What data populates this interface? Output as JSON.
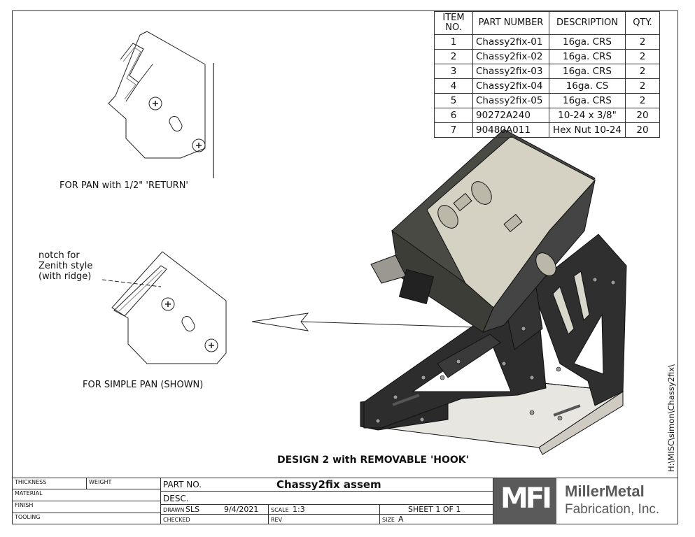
{
  "bom": {
    "headers": {
      "item": "ITEM NO.",
      "part_number": "PART NUMBER",
      "description": "DESCRIPTION",
      "qty": "QTY."
    },
    "rows": [
      {
        "item": "1",
        "part_number": "Chassy2fix-01",
        "description": "16ga. CRS",
        "qty": "2"
      },
      {
        "item": "2",
        "part_number": "Chassy2fix-02",
        "description": "16ga. CRS",
        "qty": "2"
      },
      {
        "item": "3",
        "part_number": "Chassy2fix-03",
        "description": "16ga. CRS",
        "qty": "2"
      },
      {
        "item": "4",
        "part_number": "Chassy2fix-04",
        "description": "16ga. CS",
        "qty": "2"
      },
      {
        "item": "5",
        "part_number": "Chassy2fix-05",
        "description": "16ga. CRS",
        "qty": "2"
      },
      {
        "item": "6",
        "part_number": "90272A240",
        "description": "10-24 x 3/8\"",
        "qty": "20"
      },
      {
        "item": "7",
        "part_number": "90480A011",
        "description": "Hex Nut 10-24",
        "qty": "20"
      }
    ]
  },
  "views": {
    "top_caption": "FOR PAN with 1/2\" 'RETURN'",
    "notch_line1": "notch for",
    "notch_line2": "Zenith style",
    "notch_line3": "(with ridge)",
    "bottom_caption": "FOR SIMPLE PAN (SHOWN)"
  },
  "design_title": "DESIGN 2 with REMOVABLE 'HOOK'",
  "file_path": "H:\\MISC\\simon\\Chassy2fix\\",
  "title_block": {
    "thickness": "THICKNESS",
    "weight": "WEIGHT",
    "material": "MATERIAL",
    "finish": "FINISH",
    "tooling": "TOOLING",
    "part_no_label": "PART NO.",
    "part_name": "Chassy2fix assem",
    "desc_label": "DESC.",
    "drawn_label": "DRAWN",
    "drawn_by": "SLS",
    "drawn_date": "9/4/2021",
    "scale_label": "SCALE",
    "scale_value": "1:3",
    "sheet": "SHEET 1 OF 1",
    "checked_label": "CHECKED",
    "rev_label": "REV",
    "size_label": "SIZE",
    "size_value": "A",
    "logo_letters": "MFI",
    "company_line1": "MillerMetal",
    "company_line2": "Fabrication, Inc.",
    "logo_color": "#5a5a5a"
  }
}
